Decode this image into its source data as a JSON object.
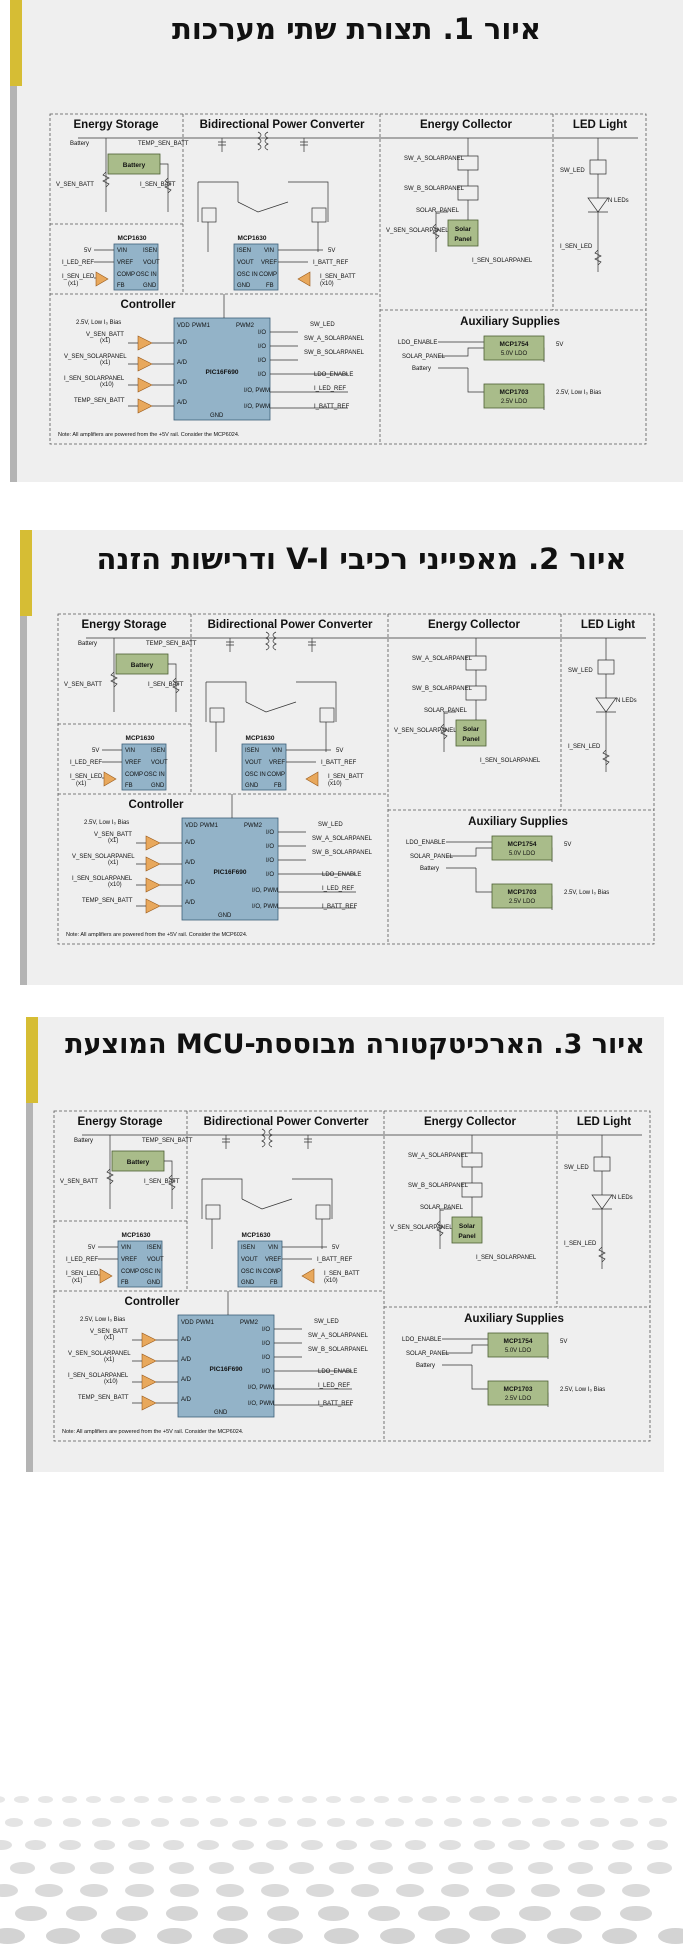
{
  "slides": [
    {
      "title": "איור 1. תצורת שתי מערכות"
    },
    {
      "title": "איור 2. מאפייני רכיבי V-I ודרישות הזנה"
    },
    {
      "title": "איור 3. הארכיטקטורה מבוססת-MCU המוצעת"
    }
  ],
  "diagram": {
    "sections": {
      "energy_storage": "Energy Storage",
      "bidirectional": "Bidirectional Power Converter",
      "energy_collector": "Energy Collector",
      "led_light": "LED Light",
      "controller": "Controller",
      "aux": "Auxiliary Supplies"
    },
    "battery": "Battery",
    "solar_panel_l1": "Solar",
    "solar_panel_l2": "Panel",
    "mcp1630": "MCP1630",
    "pic": "PIC16F690",
    "ldo1_name": "MCP1754",
    "ldo1_desc": "5.0V LDO",
    "ldo2_name": "MCP1703",
    "ldo2_desc": "2.5V LDO",
    "signals": {
      "battery_lbl": "Battery",
      "temp_sen_batt": "TEMP_SEN_BATT",
      "v_sen_batt": "V_SEN_BATT",
      "i_sen_batt": "I_SEN_BATT",
      "sw_a": "SW_A_SOLARPANEL",
      "sw_b": "SW_B_SOLARPANEL",
      "solar_panel": "SOLAR_PANEL",
      "v_sen_solar": "V_SEN_SOLARPANEL",
      "i_sen_solar": "I_SEN_SOLARPANEL",
      "sw_led": "SW_LED",
      "n_leds": "N LEDs",
      "i_sen_led": "I_SEN_LED",
      "5v": "5V",
      "i_led_ref": "I_LED_REF",
      "i_sen_led_x1": "I_SEN_LED",
      "x1": "(x1)",
      "x10": "(x10)",
      "i_batt_ref": "I_BATT_REF",
      "i_sen_batt_x10": "I_SEN_BATT",
      "bias": "2.5V, Low I₀ Bias",
      "ldo_enable": "LDO_ENABLE",
      "temp": "TEMP_SEN_BATT",
      "vin": "VIN",
      "vout": "VOUT",
      "vref": "VREF",
      "comp": "COMP",
      "fb": "FB",
      "gnd": "GND",
      "osc": "OSC IN",
      "isen": "ISEN",
      "vdd": "VDD",
      "pwm1": "PWM1",
      "pwm2": "PWM2",
      "io": "I/O",
      "ad": "A/D",
      "io_pwm": "I/O, PWM"
    },
    "note": "Note: All amplifiers are powered from the +5V rail. Consider the MCP6024."
  }
}
